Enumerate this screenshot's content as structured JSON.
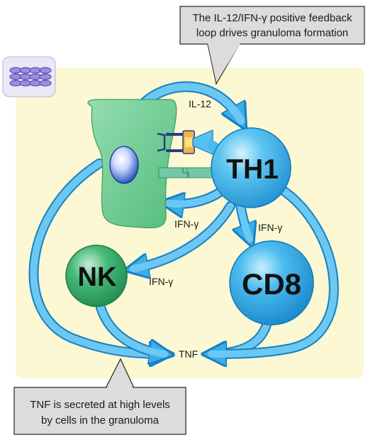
{
  "callouts": {
    "top_line1": "The IL-12/IFN-γ positive feedback",
    "top_line2": "loop drives granuloma formation",
    "bottom_line1": "TNF is secreted at high levels",
    "bottom_line2": "by cells in the granuloma"
  },
  "cells": {
    "th1": "TH1",
    "nk": "NK",
    "cd8": "CD8"
  },
  "labels": {
    "il12": "IL-12",
    "ifng_mac": "IFN-γ",
    "ifng_cd8": "IFN-γ",
    "ifng_nk": "IFN-γ",
    "tnf": "TNF"
  },
  "colors": {
    "panel": "#fbf8d3",
    "arrow": "#3aaee8",
    "arrow_dark": "#1580c4",
    "th1": "#33b2ec",
    "nk": "#2fa866",
    "macrophage": "#6fcd94",
    "callout": "#dcdcdc"
  }
}
